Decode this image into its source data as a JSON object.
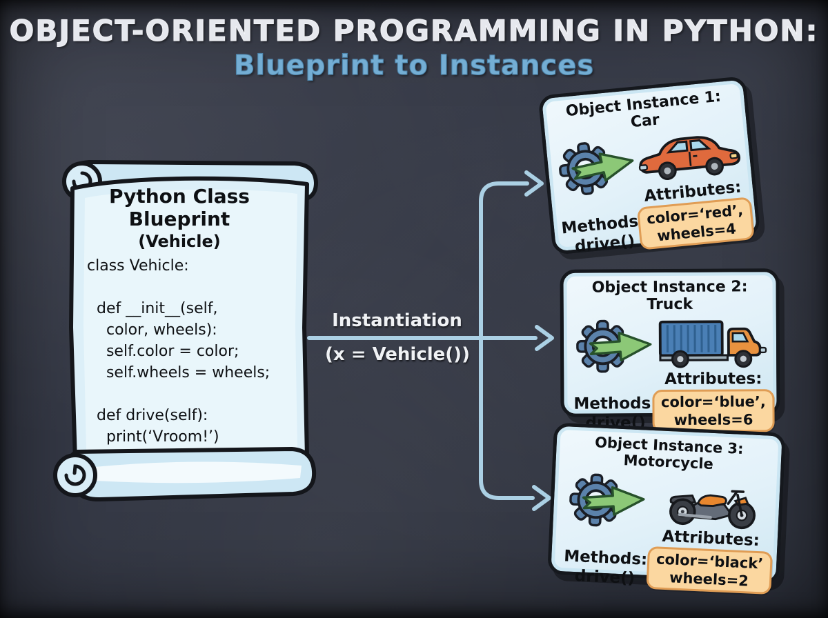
{
  "title": {
    "line1": "OBJECT-ORIENTED PROGRAMMING IN PYTHON:",
    "line2": "Blueprint to Instances"
  },
  "blueprint": {
    "heading1": "Python Class",
    "heading2": "Blueprint",
    "heading3": "(Vehicle)",
    "code": {
      "l0": "class Vehicle:",
      "l1": "",
      "l2": "  def __init__(self,",
      "l3": "    color, wheels):",
      "l4": "    self.color = color;",
      "l5": "    self.wheels = wheels;",
      "l6": "",
      "l7": "  def drive(self):",
      "l8": "    print(‘Vroom!’)"
    }
  },
  "instantiation": {
    "label": "Instantiation",
    "expression": "(x = Vehicle())"
  },
  "instances": [
    {
      "title": "Object Instance 1: Car",
      "methods_label": "Methods:",
      "method": "drive()",
      "attributes_label": "Attributes:",
      "attribute_line1": "color=‘red’,",
      "attribute_line2": "wheels=4",
      "vehicle": "car"
    },
    {
      "title": "Object Instance 2: Truck",
      "methods_label": "Methods:",
      "method": "drive()",
      "attributes_label": "Attributes:",
      "attribute_line1": "color=‘blue’,",
      "attribute_line2": "wheels=6",
      "vehicle": "truck"
    },
    {
      "title": "Object Instance 3: Motorcycle",
      "methods_label": "Methods:",
      "method": "drive()",
      "attributes_label": "Attributes:",
      "attribute_line1": "color=‘black’",
      "attribute_line2": "wheels=2",
      "vehicle": "motorcycle"
    }
  ],
  "colors": {
    "background": "#343845",
    "chalk_white": "#e6e8ee",
    "subtitle_blue": "#74aed4",
    "card_bg": "#e2f1f9",
    "card_border": "#15181d",
    "attribute_box_bg": "#fbd7a0",
    "attribute_box_border": "#e09d55",
    "connector_blue": "#abd0e4",
    "scroll_paper": "#dceff8",
    "gear_blue": "#5b82ab",
    "arrow_green": "#8cc877",
    "car_orange": "#df6a3d",
    "truck_blue": "#4a7fb5",
    "cab_orange": "#e8923f",
    "motorcycle_orange": "#e8872e",
    "window_blue": "#a9d8ec"
  }
}
